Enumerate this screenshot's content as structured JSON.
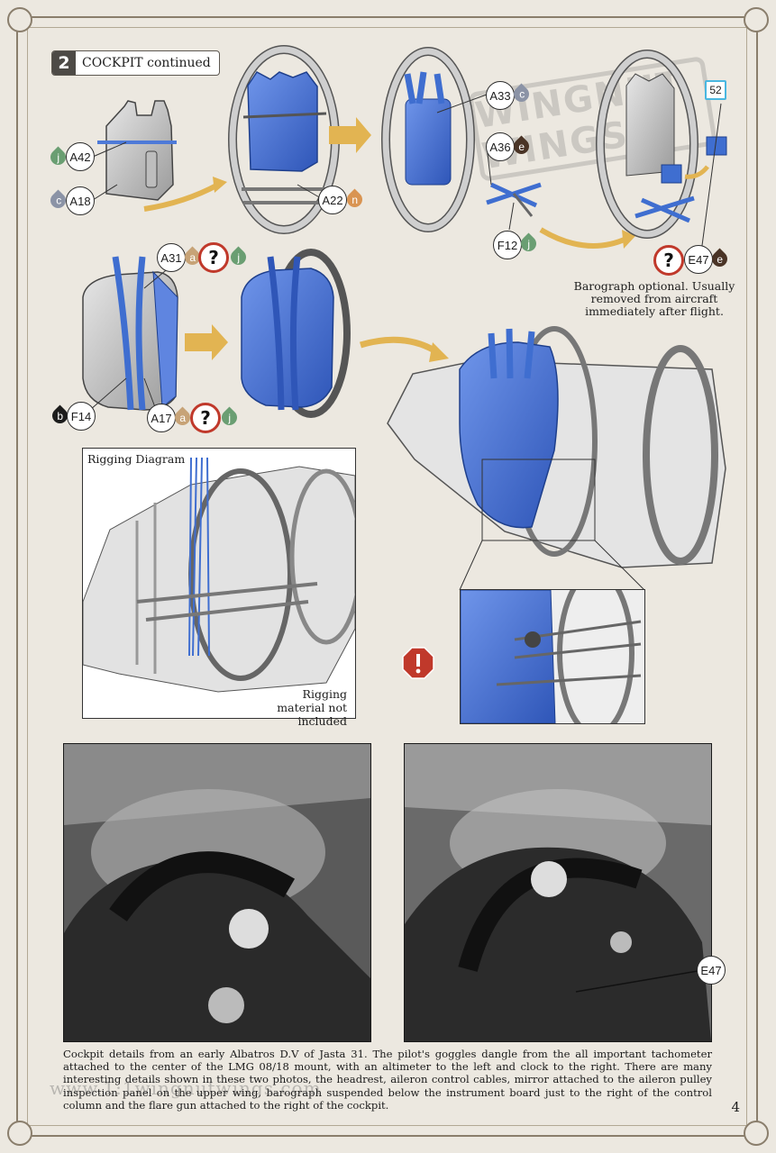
{
  "step": {
    "number": "2",
    "title": "COCKPIT continued"
  },
  "callouts": [
    {
      "id": "A42",
      "paint": "j",
      "paint_color": "#6a9e72"
    },
    {
      "id": "A18",
      "paint": "c",
      "paint_color": "#8b93a6"
    },
    {
      "id": "A22",
      "paint": "n",
      "paint_color": "#d99452"
    },
    {
      "id": "A33",
      "paint": "c",
      "paint_color": "#8b93a6"
    },
    {
      "id": "A36",
      "paint": "e",
      "paint_color": "#4a3426"
    },
    {
      "id": "F12",
      "paint": "j",
      "paint_color": "#6a9e72"
    },
    {
      "id": "E47",
      "paint": "e",
      "paint_color": "#4a3426"
    },
    {
      "id": "A31",
      "paint": "a",
      "paint_color": "#c7a377"
    },
    {
      "id": "F14",
      "paint": "b",
      "paint_color": "#1c1c1c"
    },
    {
      "id": "A17",
      "paint": "a",
      "paint_color": "#c7a377"
    }
  ],
  "extra_paint": {
    "a31_second": "j",
    "a17_second": "j",
    "color_j": "#6a9e72"
  },
  "decal": {
    "number": "52"
  },
  "question_mark": "?",
  "barograph_note": "Barograph optional. Usually removed from aircraft immediately after flight.",
  "watermark": "WINGNUT WINGS",
  "rigging": {
    "title": "Rigging Diagram",
    "note": "Rigging material not included"
  },
  "photo_callout": "E47",
  "caption": "Cockpit details from an early Albatros D.V of Jasta 31. The pilot's goggles dangle from the all important tachometer attached to the center of the LMG 08/18 mount, with an altimeter to the left and clock to the right. There are many interesting details shown in these two photos, the headrest, aileron control cables, mirror attached to the aileron pulley inspection panel on the upper wing, barograph suspended below the instrument board just to the right of the control column and the flare gun attached to the right of the cockpit.",
  "watermark_url": "www.1:1wingnutwings.com",
  "page_number": "4",
  "colors": {
    "blue": "#3f6ed0",
    "arrow": "#e2b452",
    "gray_part": "#c9c9c9",
    "alert": "#c0392b"
  }
}
